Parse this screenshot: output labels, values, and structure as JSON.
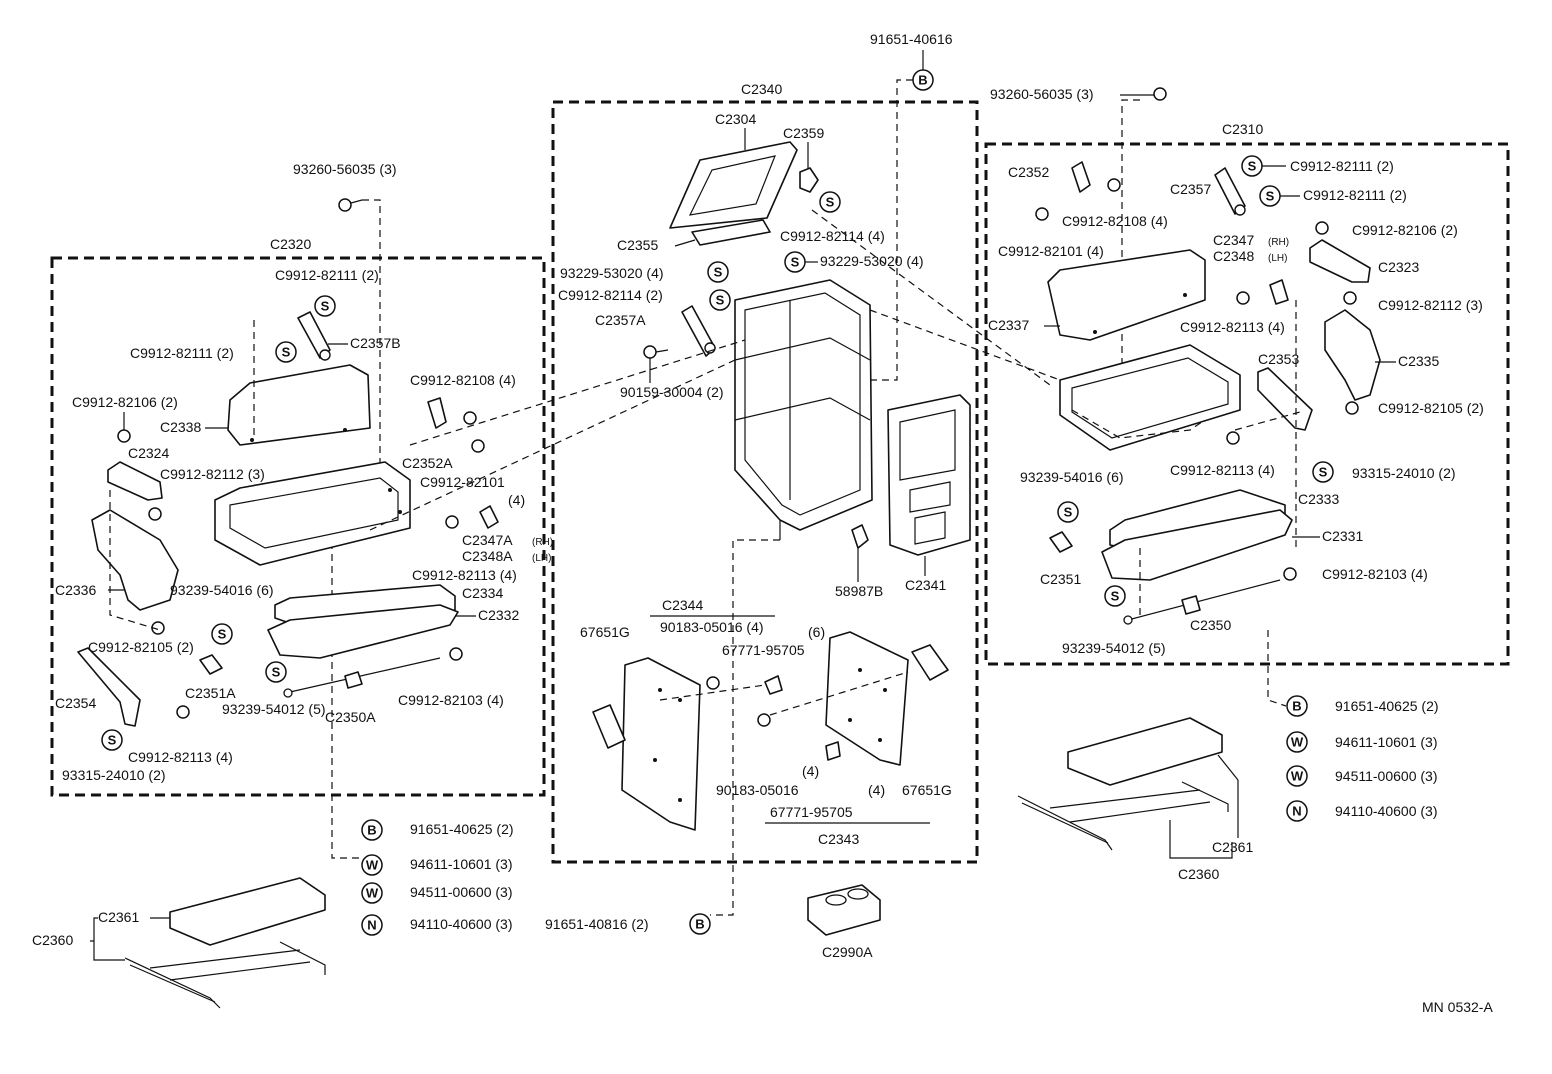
{
  "diagram_code": "MN 0532-A",
  "symbols": {
    "S": "S",
    "B": "B",
    "W": "W",
    "N": "N"
  },
  "groups": {
    "left": "C2320",
    "center": "C2340",
    "right": "C2310",
    "tray_left": "C2360",
    "tray_right": "C2360",
    "left_bottom_sub": "C2361",
    "right_bottom_sub": "C2361",
    "bracket_center_left": "C2344",
    "bracket_center_right": "C2343"
  },
  "labels": {
    "top_b_part": "91651-40616",
    "top_right_screw": "93260-56035 (3)",
    "left_top_screw": "93260-56035 (3)",
    "c2304": "C2304",
    "c2359": "C2359",
    "c_82114_top": "C9912-82114 (4)",
    "c2355": "C2355",
    "s_53020_right": "93229-53020 (4)",
    "s_53020_left": "93229-53020 (4)",
    "c_82114_left": "C9912-82114 (2)",
    "c2357a": "C2357A",
    "p_30004": "90159-30004 (2)",
    "c2341": "C2341",
    "p_58987b": "58987B",
    "l_82111_a": "C9912-82111 (2)",
    "l_82111_b": "C9912-82111 (2)",
    "c2357b": "C2357B",
    "l_82108": "C9912-82108 (4)",
    "l_82106": "C9912-82106 (2)",
    "c2338": "C2338",
    "c2324": "C2324",
    "l_82112": "C9912-82112 (3)",
    "c2352a": "C2352A",
    "l_82101": "C9912-82101",
    "l_82101_qty": "(4)",
    "c2347a": "C2347A",
    "rh": "(RH)",
    "c2348a": "C2348A",
    "lh": "(LH)",
    "l_82113_a": "C9912-82113 (4)",
    "c2336": "C2336",
    "l_54016": "93239-54016 (6)",
    "c2334": "C2334",
    "c2332": "C2332",
    "l_82105": "C9912-82105 (2)",
    "c2351a": "C2351A",
    "c2354": "C2354",
    "l_82103": "C9912-82103 (4)",
    "l_54012": "93239-54012 (5)",
    "c2350a": "C2350A",
    "l_82113_b": "C9912-82113 (4)",
    "l_24010": "93315-24010 (2)",
    "lb_40625": "91651-40625 (2)",
    "lw_10601": "94611-10601 (3)",
    "lw_00600": "94511-00600 (3)",
    "ln_40600": "94110-40600 (3)",
    "cb_40816": "91651-40816 (2)",
    "p_67651g_l": "67651G",
    "p_05016_top": "90183-05016 (4)",
    "p_qty6": "(6)",
    "p_95705_top": "67771-95705",
    "p_qty4_a": "(4)",
    "p_05016_bot": "90183-05016",
    "p_qty4_b": "(4)",
    "p_95705_bot": "67771-95705",
    "p_67651g_r": "67651G",
    "c2990a": "C2990A",
    "c2352": "C2352",
    "r_82111_a": "C9912-82111 (2)",
    "c2357": "C2357",
    "r_82111_b": "C9912-82111 (2)",
    "r_82108": "C9912-82108 (4)",
    "r_82101": "C9912-82101 (4)",
    "r_82106": "C9912-82106 (2)",
    "c2347": "C2347",
    "c2348": "C2348",
    "c2323": "C2323",
    "c2337": "C2337",
    "r_82112": "C9912-82112 (3)",
    "r_82113_a": "C9912-82113 (4)",
    "c2353": "C2353",
    "c2335": "C2335",
    "r_82105": "C9912-82105 (2)",
    "r_82113_b": "C9912-82113 (4)",
    "r_24010": "93315-24010 (2)",
    "r_54016": "93239-54016 (6)",
    "c2333": "C2333",
    "c2331": "C2331",
    "c2351": "C2351",
    "r_82103": "C9912-82103 (4)",
    "r_54012": "93239-54012 (5)",
    "c2350": "C2350",
    "rb_40625": "91651-40625 (2)",
    "rw_10601": "94611-10601 (3)",
    "rw_00600": "94511-00600 (3)",
    "rn_40600": "94110-40600 (3)"
  }
}
